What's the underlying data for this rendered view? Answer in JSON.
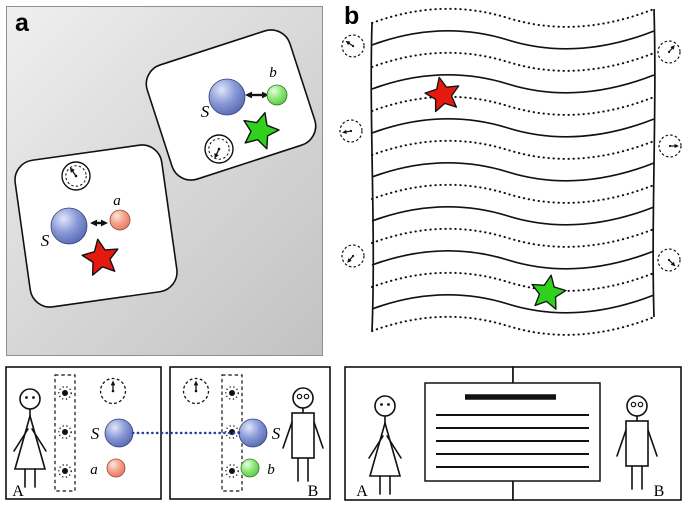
{
  "panel_a": {
    "label": "a",
    "lab_top": {
      "system_label": "S",
      "particle_label": "b"
    },
    "lab_bottom": {
      "system_label": "S",
      "particle_label": "a"
    }
  },
  "panel_b": {
    "label": "b"
  },
  "bottom_left": {
    "box_a": {
      "system_label": "S",
      "particle_label": "a",
      "observer_label": "A"
    },
    "box_b": {
      "system_label": "S",
      "particle_label": "b",
      "observer_label": "B"
    }
  },
  "bottom_right": {
    "observer_a_label": "A",
    "observer_b_label": "B"
  },
  "colors": {
    "system_sphere_blue": "#6478c8",
    "particle_a_salmon": "#f2907c",
    "particle_b_green": "#7de37d",
    "star_red": "#e41a0f",
    "star_green": "#2fd11c",
    "link_blue": "#2b3f9e",
    "panel_a_background": "#d8d8d8"
  },
  "icons": {
    "clock": "clock-icon",
    "dial": "dial-icon",
    "interaction_arrow": "double-arrow-icon",
    "event_marker": "star-icon"
  }
}
